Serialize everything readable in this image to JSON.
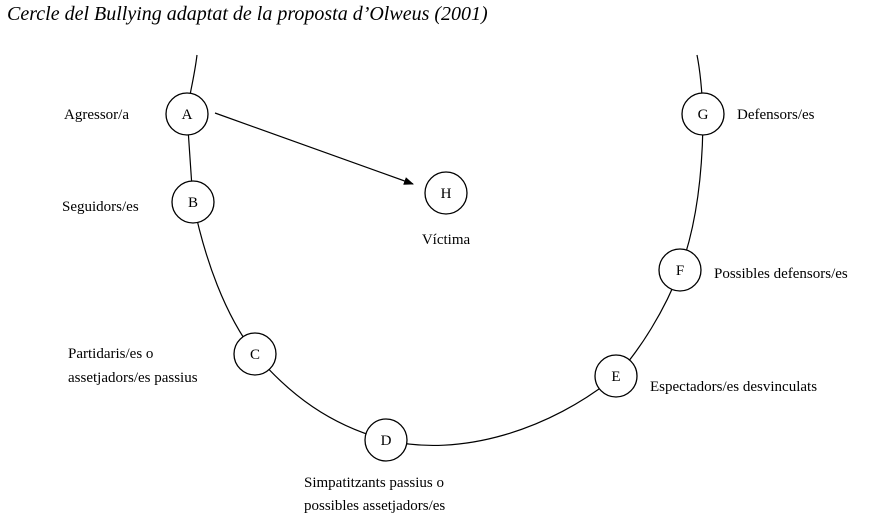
{
  "caption": "Cercle del Bullying adaptat de la proposta d’Olweus (2001)",
  "nodes": [
    {
      "letter": "A",
      "label_lines": [
        "Agressor/a"
      ]
    },
    {
      "letter": "B",
      "label_lines": [
        "Seguidors/es"
      ]
    },
    {
      "letter": "C",
      "label_lines": [
        "Partidaris/es o",
        "assetjadors/es passius"
      ]
    },
    {
      "letter": "D",
      "label_lines": [
        "Simpatitzants passius o",
        "possibles assetjadors/es"
      ]
    },
    {
      "letter": "E",
      "label_lines": [
        "Espectadors/es desvinculats"
      ]
    },
    {
      "letter": "F",
      "label_lines": [
        "Possibles defensors/es"
      ]
    },
    {
      "letter": "G",
      "label_lines": [
        "Defensors/es"
      ]
    },
    {
      "letter": "H",
      "label_lines": [
        "Víctima"
      ]
    }
  ],
  "arrow": {
    "from": "A",
    "to": "H"
  }
}
